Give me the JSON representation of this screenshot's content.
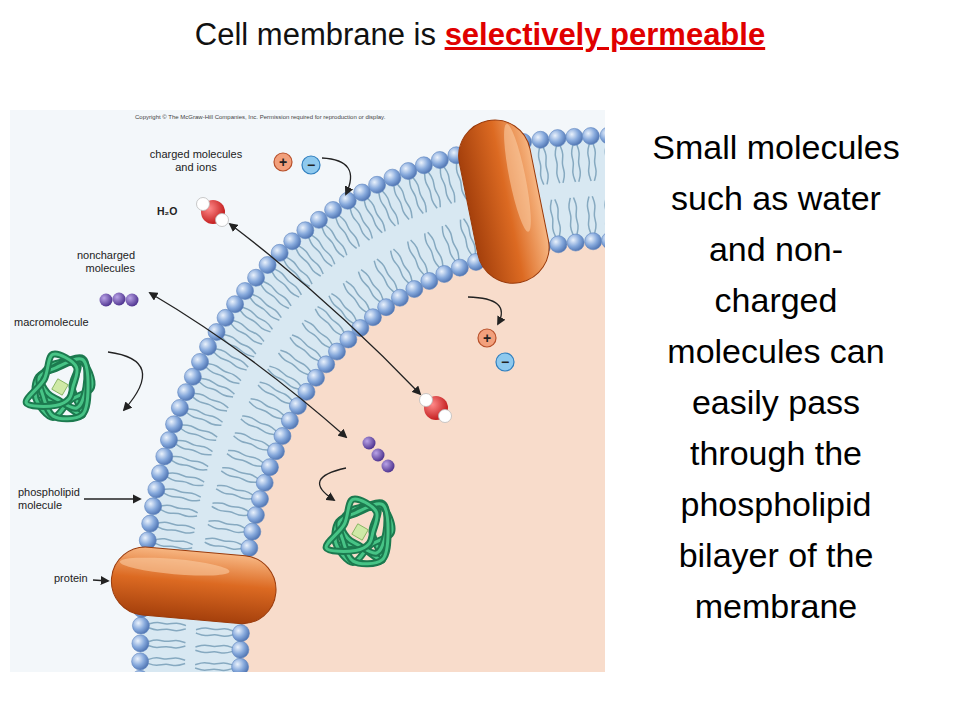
{
  "diagram": {
    "title": "Cell membrane is selectively permeable",
    "labels": [
      "Copyright © The McGraw-Hill Companies, Inc. Permission required for reproduction or display.",
      "charged molecules and ions",
      "H₂O",
      "noncharged molecules",
      "macromolecule",
      "phospholipid molecule",
      "protein",
      "+",
      "−",
      "+",
      "−",
      "Small molecules such as water and non-charged molecules can easily pass through the phospholipid bilayer of the membrane"
    ]
  }
}
